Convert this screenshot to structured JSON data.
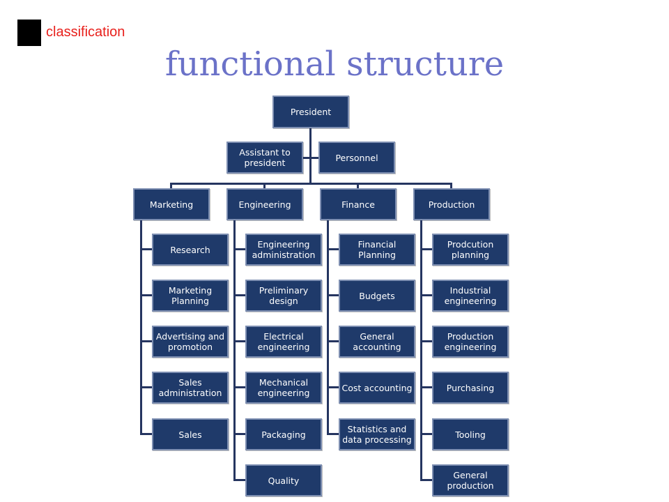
{
  "header": {
    "tag": "classification",
    "title": "functional structure"
  },
  "org": {
    "president": "President",
    "assistant": "Assistant to\npresident",
    "personnel": "Personnel",
    "departments": [
      {
        "name": "Marketing",
        "units": [
          "Research",
          "Marketing\nPlanning",
          "Advertising and\npromotion",
          "Sales\nadministration",
          "Sales"
        ]
      },
      {
        "name": "Engineering",
        "units": [
          "Engineering\nadministration",
          "Preliminary\ndesign",
          "Electrical\nengineering",
          "Mechanical\nengineering",
          "Packaging",
          "Quality"
        ]
      },
      {
        "name": "Finance",
        "units": [
          "Financial\nPlanning",
          "Budgets",
          "General\naccounting",
          "Cost accounting",
          "Statistics and\ndata processing"
        ]
      },
      {
        "name": "Production",
        "units": [
          "Prodcution\nplanning",
          "Industrial\nengineering",
          "Production\nengineering",
          "Purchasing",
          "Tooling",
          "General\nproduction"
        ]
      }
    ]
  }
}
